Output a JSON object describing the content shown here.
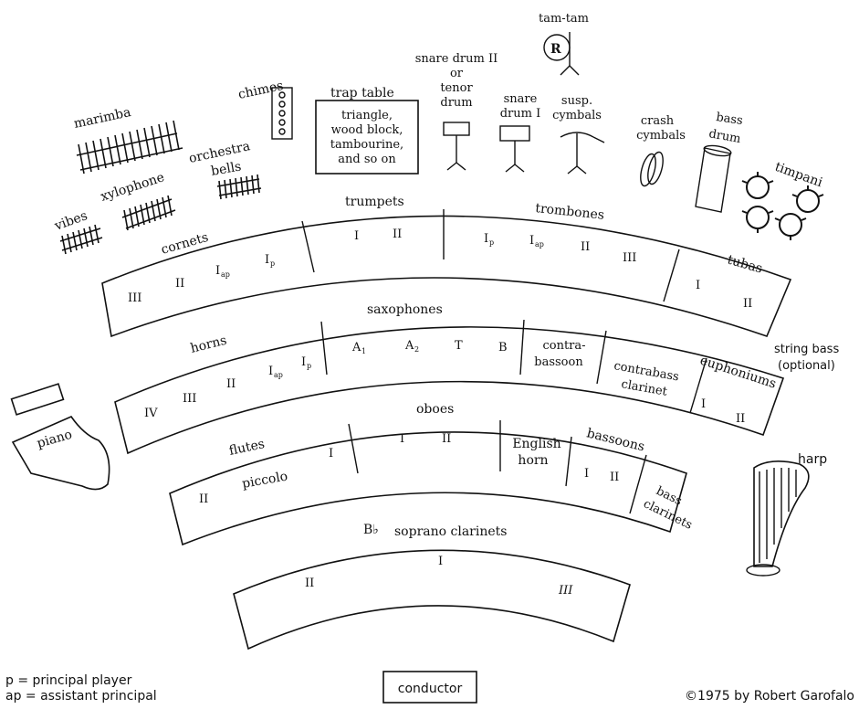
{
  "percussion": {
    "tam_tam": "tam-tam",
    "chimes": "chimes",
    "marimba": "marimba",
    "orchestra_bells_1": "orchestra",
    "orchestra_bells_2": "bells",
    "trap_table_title": "trap table",
    "trap_table_lines": [
      "triangle,",
      "wood block,",
      "tambourine,",
      "and so on"
    ],
    "snare2_lines": [
      "snare drum II",
      "or",
      "tenor",
      "drum"
    ],
    "snare1_lines": [
      "snare",
      "drum I"
    ],
    "susp_lines": [
      "susp.",
      "cymbals"
    ],
    "crash_lines": [
      "crash",
      "cymbals"
    ],
    "bass_drum_lines": [
      "bass",
      "drum"
    ],
    "timpani": "timpani",
    "xylophone": "xylophone",
    "vibes": "vibes"
  },
  "row4": {
    "cornets": "cornets",
    "cornet_seats": [
      "III",
      "II",
      "I",
      "ap",
      "I",
      "p"
    ],
    "trumpets": "trumpets",
    "trumpet_seats": [
      "I",
      "II"
    ],
    "trombones": "trombones",
    "trombone_seats": [
      "I",
      "p",
      "I",
      "ap",
      "II",
      "III"
    ],
    "tubas": "tubas",
    "tuba_seats": [
      "I",
      "II"
    ]
  },
  "row3": {
    "horns": "horns",
    "horn_seats": [
      "IV",
      "III",
      "II",
      "I",
      "ap",
      "I",
      "p"
    ],
    "saxophones": "saxophones",
    "sax_seats": [
      "A",
      "1",
      "A",
      "2",
      "T",
      "B"
    ],
    "contrabassoon": [
      "contra-",
      "bassoon"
    ],
    "contrabass_clarinet": [
      "contrabass",
      "clarinet"
    ],
    "euphoniums": "euphoniums",
    "euph_seats": [
      "I",
      "II"
    ],
    "string_bass": [
      "string bass",
      "(optional)"
    ]
  },
  "row2": {
    "piano": "piano",
    "flutes": "flutes",
    "flute_seats": [
      "II",
      "piccolo",
      "I"
    ],
    "oboes": "oboes",
    "oboe_seats": [
      "I",
      "II"
    ],
    "english_horn": [
      "English",
      "horn"
    ],
    "bassoons": "bassoons",
    "bassoon_seats": [
      "I",
      "II"
    ],
    "bass_clarinets": [
      "bass",
      "clarinets"
    ],
    "harp": "harp"
  },
  "row1": {
    "clarinets_flat": "B♭",
    "clarinets": "soprano clarinets",
    "clarinet_seats": [
      "II",
      "I",
      "III"
    ]
  },
  "legend": {
    "p": "p = principal player",
    "ap": "ap = assistant principal",
    "conductor": "conductor",
    "copyright": "©1975 by Robert Garofalo"
  }
}
